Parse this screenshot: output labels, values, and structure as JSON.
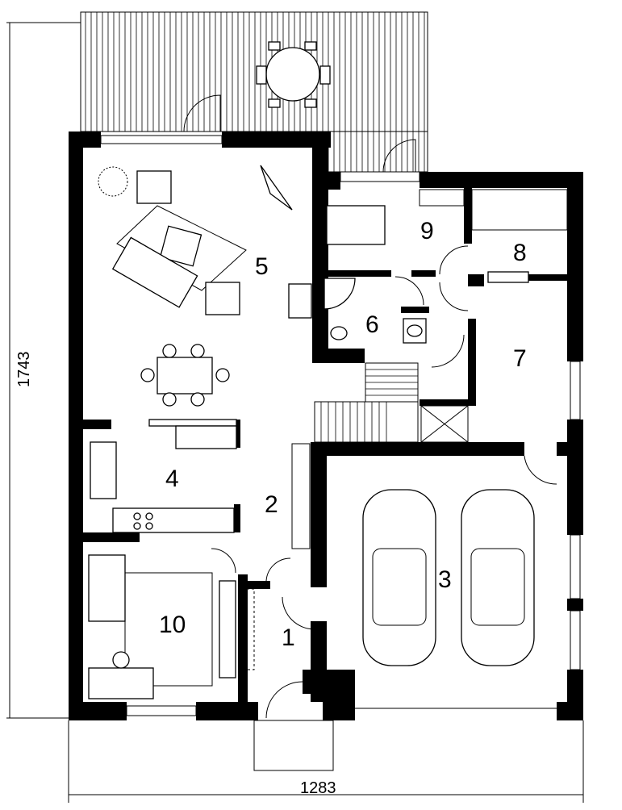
{
  "plan": {
    "dimensions": {
      "height_label": "1743",
      "width_label": "1283"
    },
    "rooms": [
      {
        "id": "room-1",
        "label": "1"
      },
      {
        "id": "room-2",
        "label": "2"
      },
      {
        "id": "room-3",
        "label": "3"
      },
      {
        "id": "room-4",
        "label": "4"
      },
      {
        "id": "room-5",
        "label": "5"
      },
      {
        "id": "room-6",
        "label": "6"
      },
      {
        "id": "room-7",
        "label": "7"
      },
      {
        "id": "room-8",
        "label": "8"
      },
      {
        "id": "room-9",
        "label": "9"
      },
      {
        "id": "room-10",
        "label": "10"
      }
    ],
    "colors": {
      "wall": "#000000",
      "background": "#ffffff"
    }
  }
}
